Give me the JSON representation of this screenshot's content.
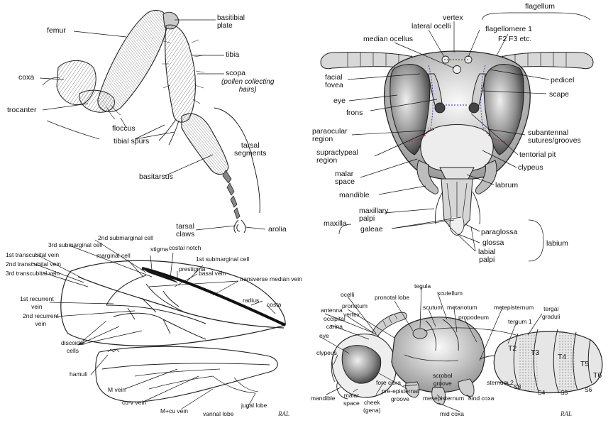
{
  "legs": {
    "femur": "femur",
    "basitibial_plate": "basitibial\nplate",
    "tibia": "tibia",
    "scopa": "scopa",
    "scopa_note": "(pollen collecting\nhairs)",
    "coxa": "coxa",
    "trocanter": "trocanter",
    "floccus": "floccus",
    "tibial_spurs": "tibial spurs",
    "tarsal_segments": "tarsal\nsegments",
    "basitarsus": "basitarsus",
    "tarsal_claws": "tarsal\nclaws",
    "arolia": "arolia"
  },
  "head": {
    "flagellum": "flagellum",
    "vertex": "vertex",
    "lateral_ocelli": "lateral ocelli",
    "median_ocellus": "median ocellus",
    "flagellomere1": "flagellomere 1",
    "f2f3": "F2  F3  etc.",
    "pedicel": "pedicel",
    "facial_fovea": "facial\nfovea",
    "scape": "scape",
    "eye": "eye",
    "frons": "frons",
    "paraocular_region": "paraocular\nregion",
    "subantennal": "subantennal\nsutures/grooves",
    "supraclypeal_region": "supraclypeal\nregion",
    "tentorial_pit": "tentorial pit",
    "clypeus": "clypeus",
    "malar_space": "malar\nspace",
    "labrum": "labrum",
    "mandible": "mandible",
    "maxilla": "maxilla",
    "maxillary_palpi": "maxillary\npalpi",
    "galeae": "galeae",
    "paraglossa": "paraglossa",
    "glossa": "glossa",
    "labium": "labium",
    "labial_palpi": "labial\npalpi"
  },
  "wing": {
    "second_submarginal": "2nd submarginal cell",
    "third_submarginal": "3rd submarginal cell",
    "first_transcubital": "1st transcubital vein",
    "second_transcubital": "2nd transcubital vein",
    "third_transcubital": "3rd transcubital vein",
    "marginal_cell": "marginal cell",
    "stigma": "stigma",
    "costal_notch": "costal notch",
    "first_submarginal": "1st submarginal cell",
    "prestigma": "prestigma",
    "transverse_median": "transverse median vein",
    "basal_vein": "basal vein",
    "radius": "radius",
    "costa": "costa",
    "first_recurrent": "1st recurrent\nvein",
    "second_recurrent": "2nd recurrent\nvein",
    "discoidal": "discoidal\ncells",
    "hamuli": "hamuli",
    "m_vein": "M vein",
    "cu_v_vein": "cu-v vein",
    "m_cu_vein": "M+cu vein",
    "vannal_lobe": "vannal lobe",
    "jugal_lobe": "jugal lobe"
  },
  "body": {
    "ocelli": "ocelli",
    "tegula": "tegula",
    "pronotal_lobe": "pronotal lobe",
    "pronotum": "pronotum",
    "scutellum": "scutellum",
    "antenna": "antenna",
    "vertex": "vertex",
    "scutum": "scutum",
    "metanotum": "metanotum",
    "metepisternum": "metepisternum",
    "tergal_graduli": "tergal\ngraduli",
    "occipital_carina": "occipital\ncarina",
    "propodeum": "propodeum",
    "tergum1": "tergum 1",
    "eye": "eye",
    "t2": "T2",
    "t3": "T3",
    "t4": "T4",
    "t5": "T5",
    "t6": "T6",
    "clypeus": "clypeus",
    "fore_coxa": "fore coxa",
    "scrobal_groove": "scrobal\ngroove",
    "pre_episternal": "pre-episternal\ngroove",
    "sternum2": "sternum 2",
    "s3": "S3",
    "s4": "S4",
    "s5": "S5",
    "s6": "S6",
    "mandible": "mandible",
    "malar_space": "malar\nspace",
    "cheek": "cheek\n(gena)",
    "mesepisternum": "mesepisternum",
    "hind_coxa": "hind coxa",
    "mid_coxa": "mid coxa"
  },
  "signature": "RAL"
}
